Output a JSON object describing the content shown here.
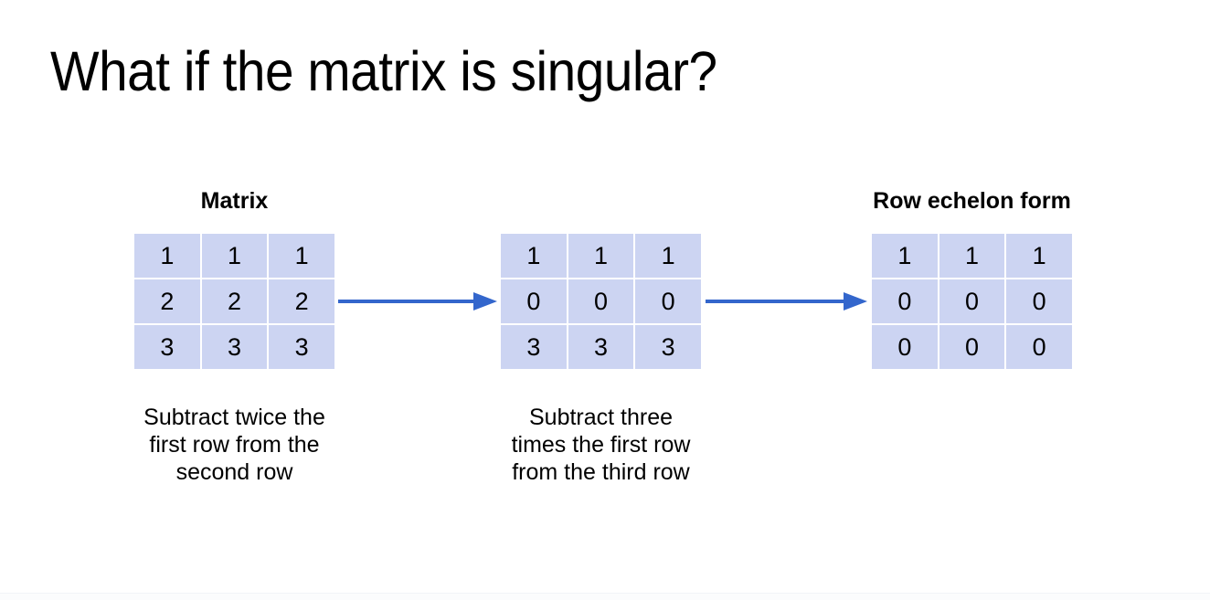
{
  "slide": {
    "title": "What if the matrix is singular?",
    "accent_color": "#3366cc",
    "cell_color": "#ccd4f2",
    "text_color": "#000000",
    "background_color": "#ffffff"
  },
  "stages": [
    {
      "heading": "Matrix",
      "has_heading": true,
      "rows": [
        [
          "1",
          "1",
          "1"
        ],
        [
          "2",
          "2",
          "2"
        ],
        [
          "3",
          "3",
          "3"
        ]
      ],
      "caption": "Subtract twice the first row from the second row",
      "has_caption": true
    },
    {
      "heading": "",
      "has_heading": false,
      "rows": [
        [
          "1",
          "1",
          "1"
        ],
        [
          "0",
          "0",
          "0"
        ],
        [
          "3",
          "3",
          "3"
        ]
      ],
      "caption": "Subtract three times the first row from the third row",
      "has_caption": true
    },
    {
      "heading": "Row echelon form",
      "has_heading": true,
      "rows": [
        [
          "1",
          "1",
          "1"
        ],
        [
          "0",
          "0",
          "0"
        ],
        [
          "0",
          "0",
          "0"
        ]
      ],
      "caption": "",
      "has_caption": false
    }
  ],
  "arrows": [
    {
      "name": "arrow-stage1-to-stage2",
      "direction": "right"
    },
    {
      "name": "arrow-stage2-to-stage3",
      "direction": "right"
    }
  ]
}
